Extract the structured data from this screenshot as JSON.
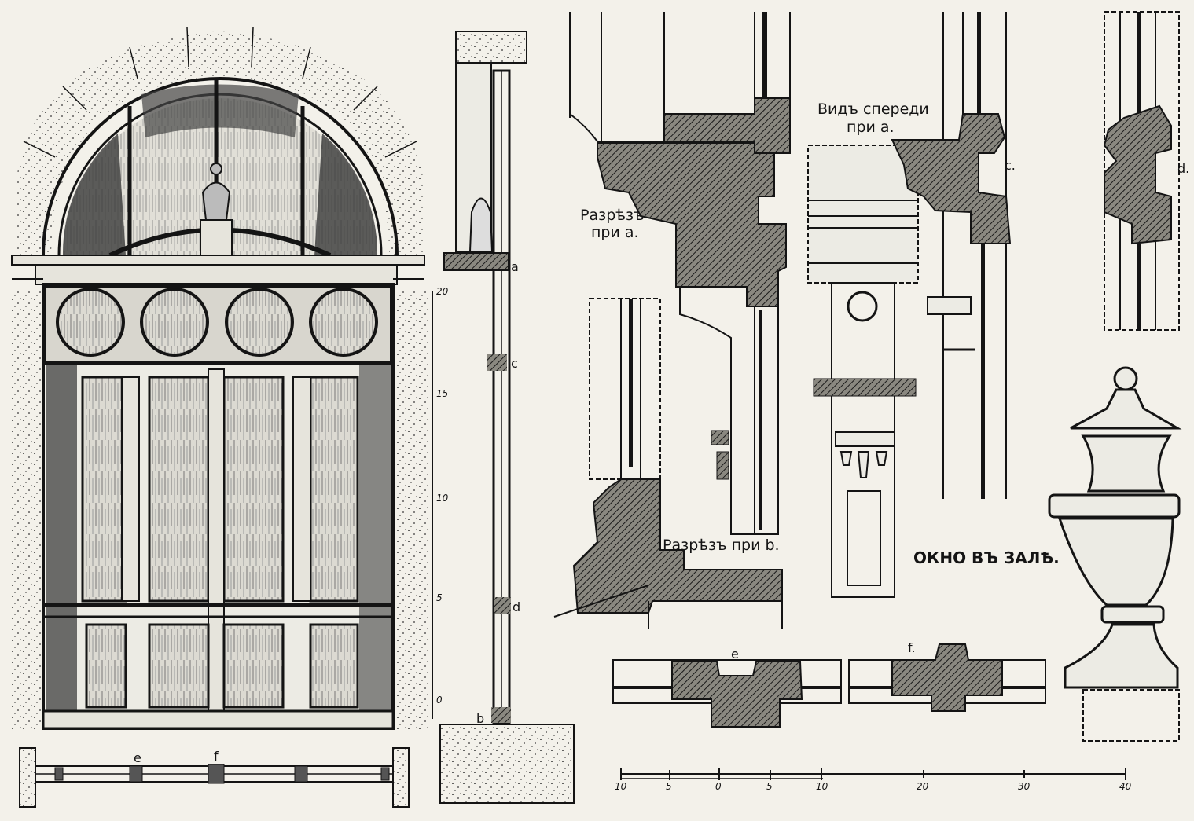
{
  "labels": {
    "front_view": [
      "Видъ спереди",
      "при а."
    ],
    "section_a": [
      "Разрѣзъ",
      "при а."
    ],
    "section_b": "Разрѣзъ при b.",
    "title": "ОКНО ВЪ ЗАЛѢ.",
    "detail_c": "c.",
    "detail_d": "d.",
    "detail_e": "e",
    "detail_f": "f.",
    "plan_e": "e",
    "plan_f": "f",
    "elev_a": "a",
    "elev_b": "b",
    "elev_c": "c",
    "elev_d": "d"
  },
  "vertical_scale": [
    "20",
    "15",
    "10",
    "5",
    "0"
  ],
  "horizontal_scale": [
    "10",
    "5",
    "0",
    "5",
    "10",
    "20",
    "30",
    "40"
  ],
  "colors": {
    "ink": "#141414",
    "paper": "#f3f1ea",
    "hatch": "#555555",
    "glass": "#cfcdc6"
  }
}
